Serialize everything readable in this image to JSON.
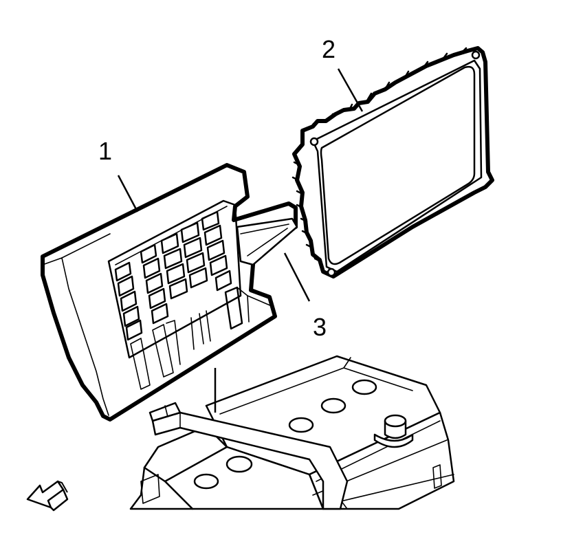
{
  "callouts": [
    {
      "id": "1",
      "text": "1"
    },
    {
      "id": "2",
      "text": "2"
    },
    {
      "id": "3",
      "text": "3"
    }
  ],
  "colors": {
    "ink": "#000000",
    "paper": "#ffffff"
  },
  "icons": {
    "direction_arrow": "front-direction-arrow-icon"
  }
}
